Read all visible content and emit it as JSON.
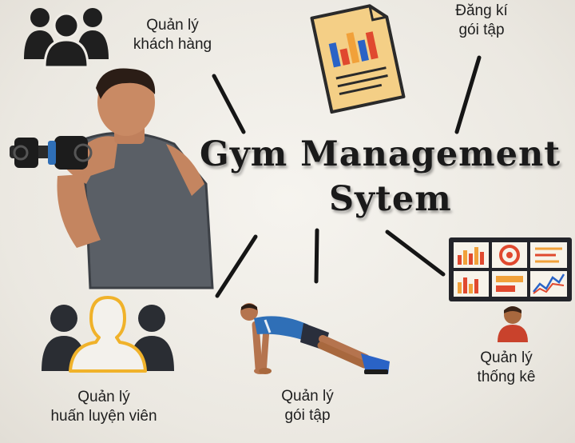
{
  "title": {
    "line1": "Gym Management",
    "line2": "Sytem"
  },
  "nodes": {
    "customers": {
      "line1": "Quản lý",
      "line2": "khách hàng",
      "icon": "users-group-icon"
    },
    "register": {
      "line1": "Đăng kí",
      "line2": "gói tập",
      "icon": "document-chart-icon"
    },
    "statistics": {
      "line1": "Quản lý",
      "line2": "thống kê",
      "icon": "dashboard-monitor-icon"
    },
    "packages": {
      "line1": "Quản lý",
      "line2": "gói tập",
      "icon": "pushup-person-icon"
    },
    "trainers": {
      "line1": "Quản lý",
      "line2": "huấn luyện viên",
      "icon": "trainer-group-icon"
    }
  },
  "colors": {
    "text": "#1e1e1e",
    "doc_paper": "#f4cf86",
    "trainer_outline": "#f0b22a",
    "monitor_frame": "#23242a",
    "jersey_blue": "#2f6fb7",
    "bar_blue": "#2a63c6",
    "bar_red": "#e0492f",
    "bar_orange": "#f1a13a"
  }
}
